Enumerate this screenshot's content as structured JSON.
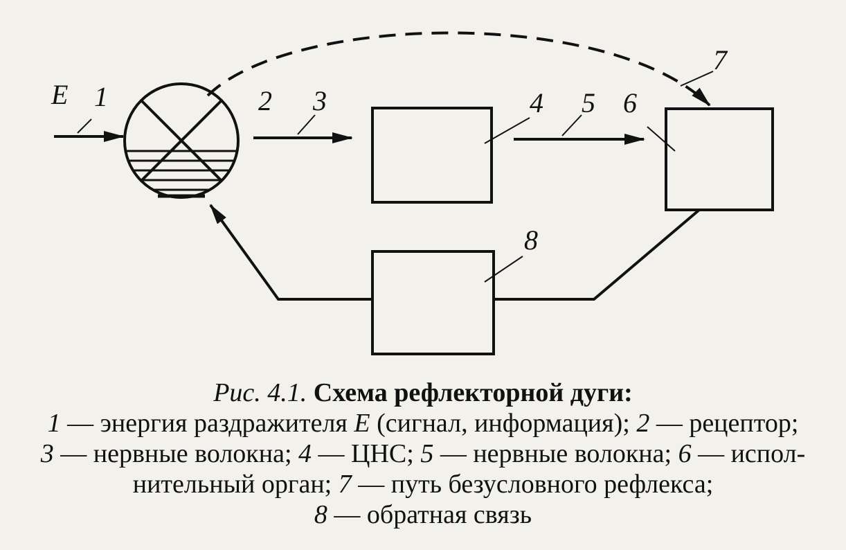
{
  "diagram": {
    "labels": {
      "E": "E",
      "n1": "1",
      "n2": "2",
      "n3": "3",
      "n4": "4",
      "n5": "5",
      "n6": "6",
      "n7": "7",
      "n8": "8"
    }
  },
  "caption": {
    "fig_ref": "Рис. 4.1.",
    "title": "Схема рефлекторной дуги:",
    "line1": [
      {
        "t": "1",
        "i": true
      },
      {
        "t": " — энергия раздражителя ",
        "i": false
      },
      {
        "t": "E",
        "i": true
      },
      {
        "t": " (сигнал, информация); ",
        "i": false
      },
      {
        "t": "2",
        "i": true
      },
      {
        "t": " — рецептор;",
        "i": false
      }
    ],
    "line2": [
      {
        "t": "3",
        "i": true
      },
      {
        "t": " — нервные волокна; ",
        "i": false
      },
      {
        "t": "4",
        "i": true
      },
      {
        "t": " — ЦНС; ",
        "i": false
      },
      {
        "t": "5",
        "i": true
      },
      {
        "t": " — нервные волокна; ",
        "i": false
      },
      {
        "t": "6",
        "i": true
      },
      {
        "t": " — испол-",
        "i": false
      }
    ],
    "line3": [
      {
        "t": "нительный орган; ",
        "i": false
      },
      {
        "t": "7",
        "i": true
      },
      {
        "t": " — путь безусловного рефлекса;",
        "i": false
      }
    ],
    "line4": [
      {
        "t": "8",
        "i": true
      },
      {
        "t": " — обратная связь",
        "i": false
      }
    ]
  }
}
